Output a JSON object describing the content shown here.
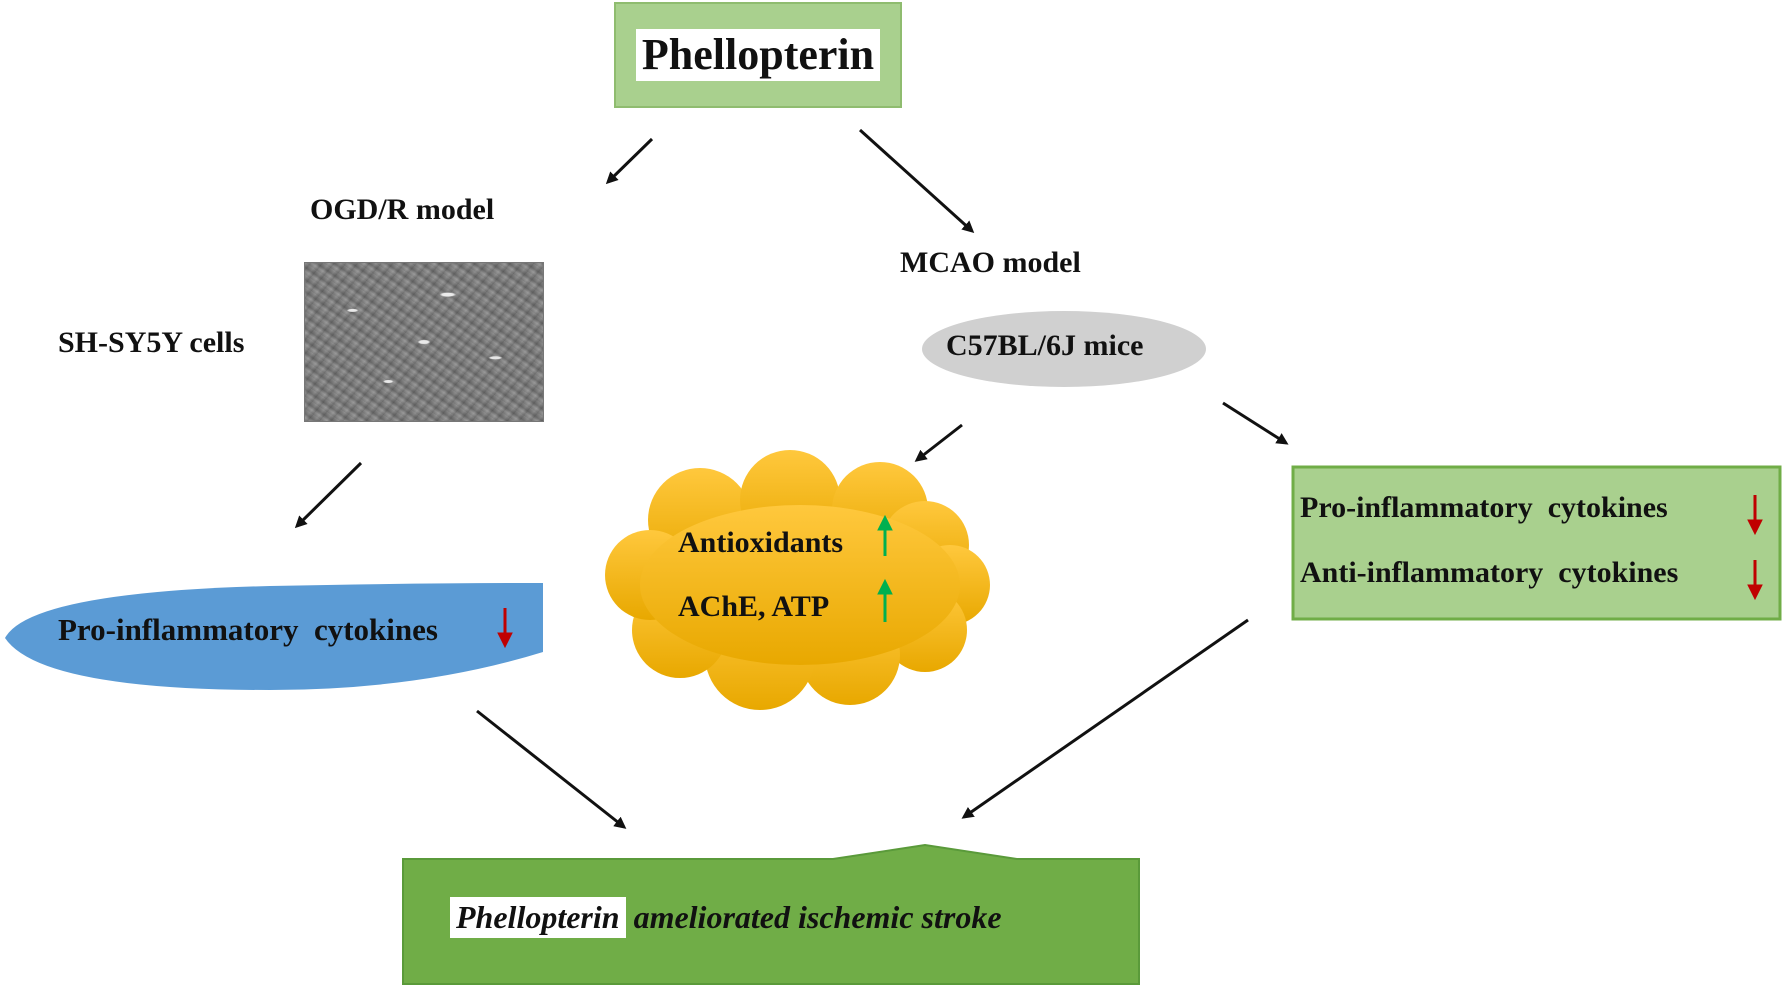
{
  "title": "Phellopterin",
  "left_branch": {
    "model_label": "OGD/R model",
    "cell_label": "SH-SY5Y cells",
    "result": "Pro-inflammatory  cytokines"
  },
  "right_branch": {
    "model_label": "MCAO model",
    "animal_label": "C57BL/6J mice",
    "cloud": {
      "line1": "Antioxidants",
      "line2": "AChE, ATP"
    },
    "box": {
      "line1": "Pro-inflammatory  cytokines",
      "line2": "Anti-inflammatory  cytokines"
    }
  },
  "conclusion": {
    "highlight": "Phellopterin",
    "rest": "ameliorated ischemic stroke"
  },
  "colors": {
    "green_light": "#a9d08e",
    "green_dark": "#70ad47",
    "blue": "#5b9bd5",
    "gold": "#ffc000",
    "grey": "#d0d0d0",
    "arrow_up": "#00b050",
    "arrow_down": "#c00000"
  }
}
